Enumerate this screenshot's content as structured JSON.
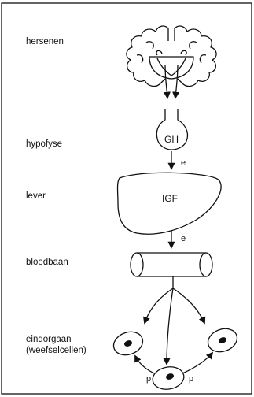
{
  "labels": {
    "brain": "hersenen",
    "pituitary": "hypofyse",
    "liver": "lever",
    "blood": "bloedbaan",
    "endorgan_line1": "eindorgaan",
    "endorgan_line2": "(weefselcellen)"
  },
  "hormones": {
    "gh": "GH",
    "igf": "IGF"
  },
  "arrow_marks": {
    "e1": "e",
    "e2": "e",
    "p1": "p",
    "p2": "p"
  }
}
